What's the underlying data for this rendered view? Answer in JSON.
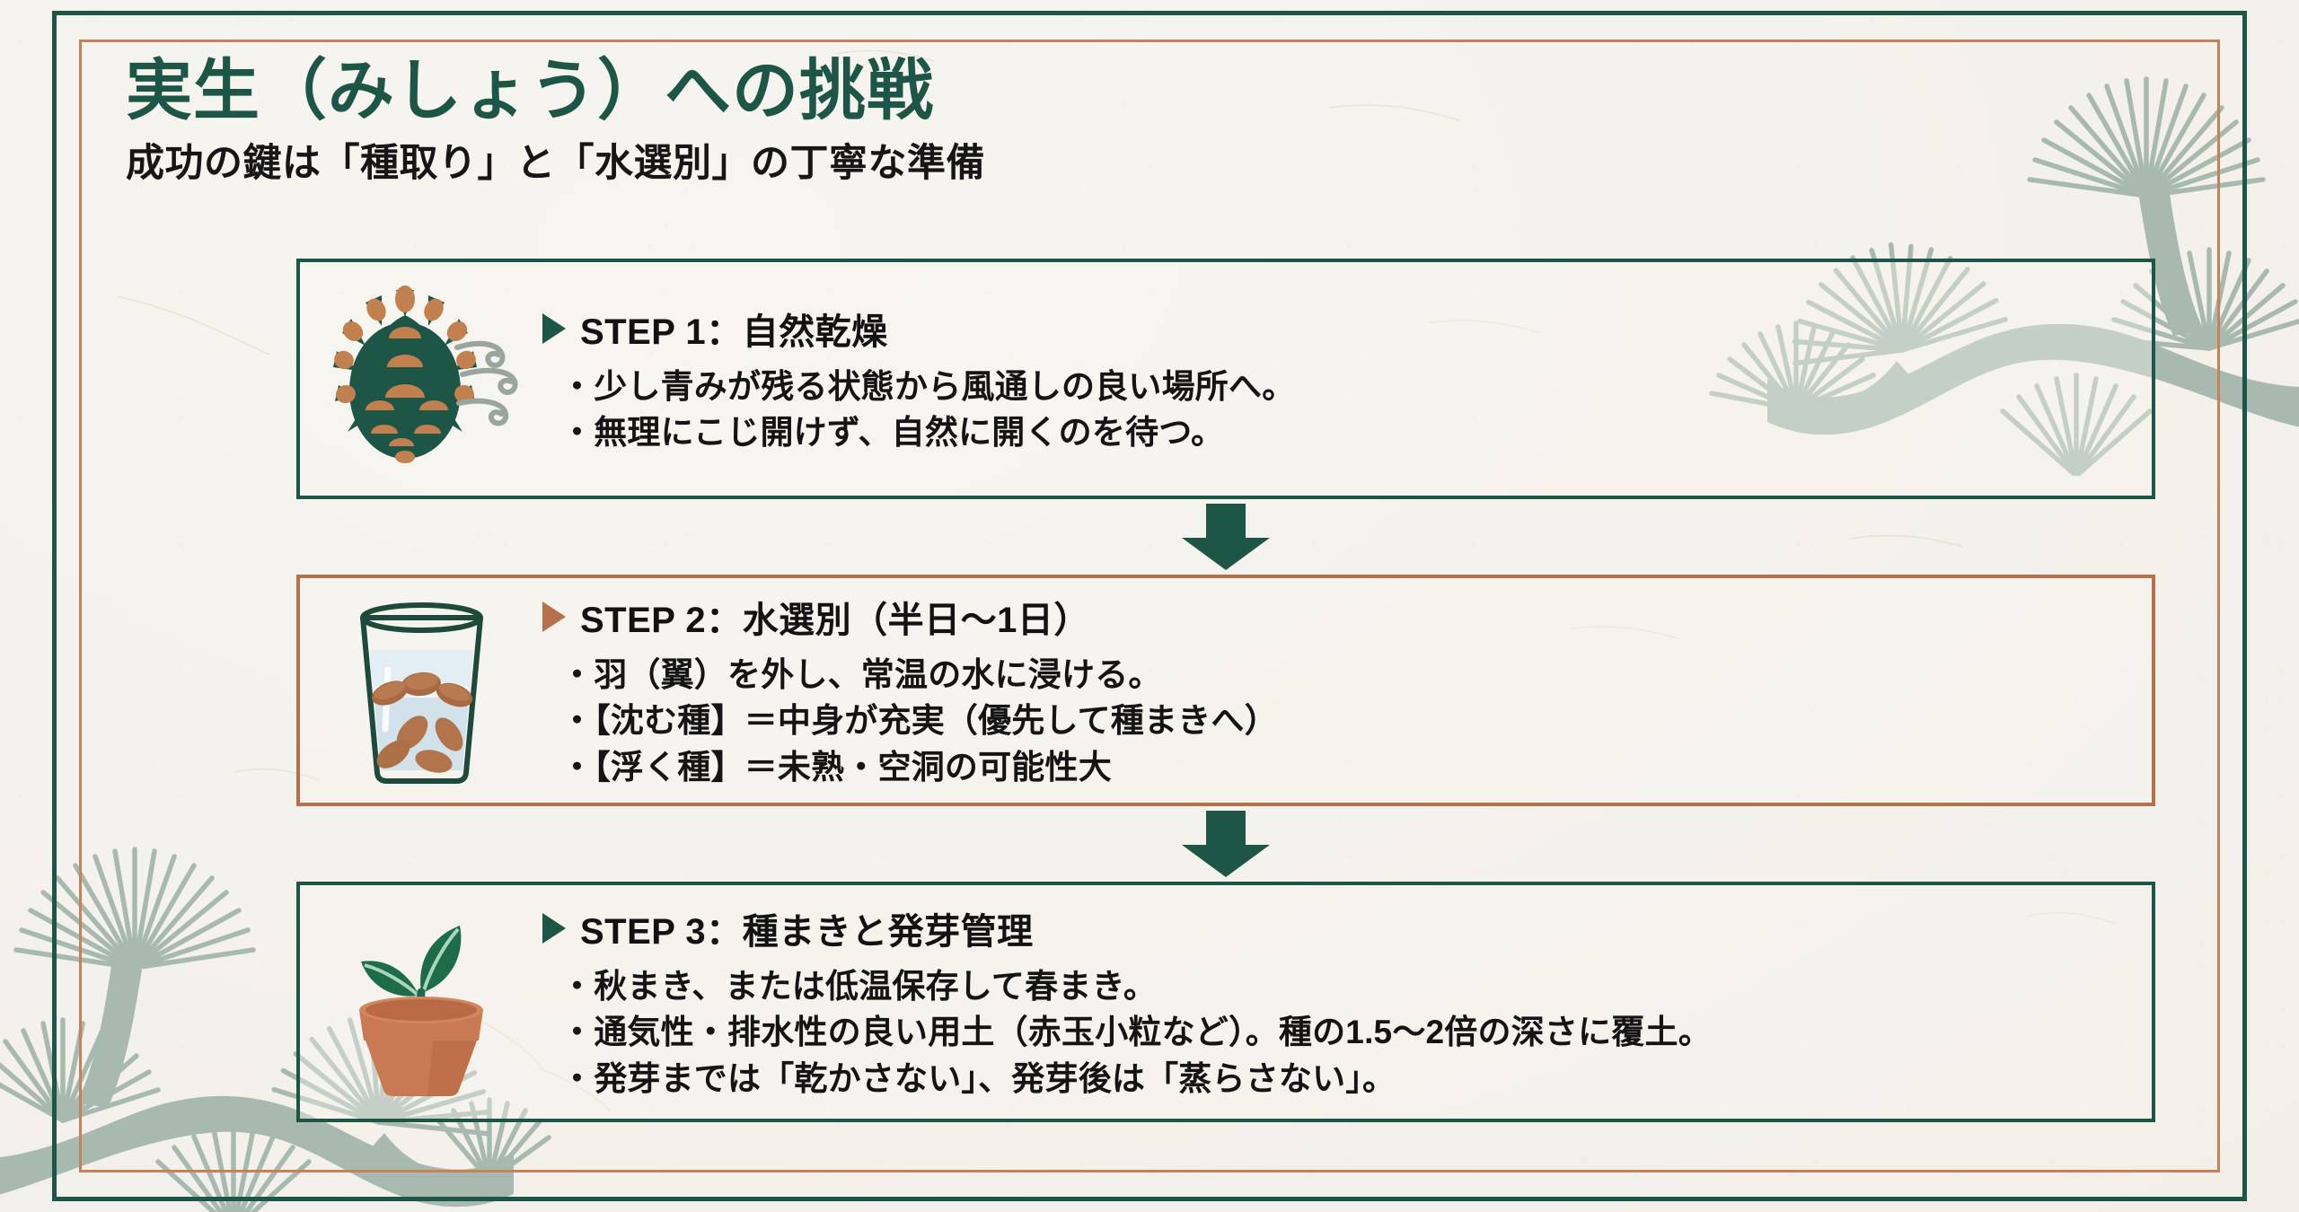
{
  "header": {
    "title": "実生（みしょう）への挑戦",
    "subtitle": "成功の鍵は「種取り」と「水選別」の丁寧な準備"
  },
  "theme": {
    "green": "#1d5646",
    "copper": "#b5714c",
    "frame_green": "#1d5646",
    "frame_copper": "#c4815c",
    "paper": "#f4f2ec",
    "text": "#141414",
    "pine_decor": "#a8bab0"
  },
  "steps": [
    {
      "id": "step-1",
      "icon": "pinecone-drying-icon",
      "accent": "green",
      "heading": "STEP 1：自然乾燥",
      "lines": [
        "・少し青みが残る状態から風通しの良い場所へ。",
        "・無理にこじ開けず、自然に開くのを待つ。"
      ]
    },
    {
      "id": "step-2",
      "icon": "water-glass-seeds-icon",
      "accent": "copper",
      "heading": "STEP 2：水選別（半日〜1日）",
      "lines": [
        "・羽（翼）を外し、常温の水に浸ける。",
        "・【沈む種】＝中身が充実（優先して種まきへ）",
        "・【浮く種】＝未熟・空洞の可能性大"
      ]
    },
    {
      "id": "step-3",
      "icon": "seedling-pot-icon",
      "accent": "green",
      "heading": "STEP 3：種まきと発芽管理",
      "lines": [
        "・秋まき、または低温保存して春まき。",
        "・通気性・排水性の良い用土（赤玉小粒など）。種の1.5〜2倍の深さに覆土。",
        "・発芽までは「乾かさない」、発芽後は「蒸らさない」。"
      ]
    }
  ],
  "connectors": [
    {
      "name": "arrow-step1-to-step2",
      "glyph": "down-arrow-icon"
    },
    {
      "name": "arrow-step2-to-step3",
      "glyph": "down-arrow-icon"
    }
  ],
  "decor": {
    "top_right": "pine-branch-decoration",
    "bottom_left": "pine-branch-decoration"
  }
}
